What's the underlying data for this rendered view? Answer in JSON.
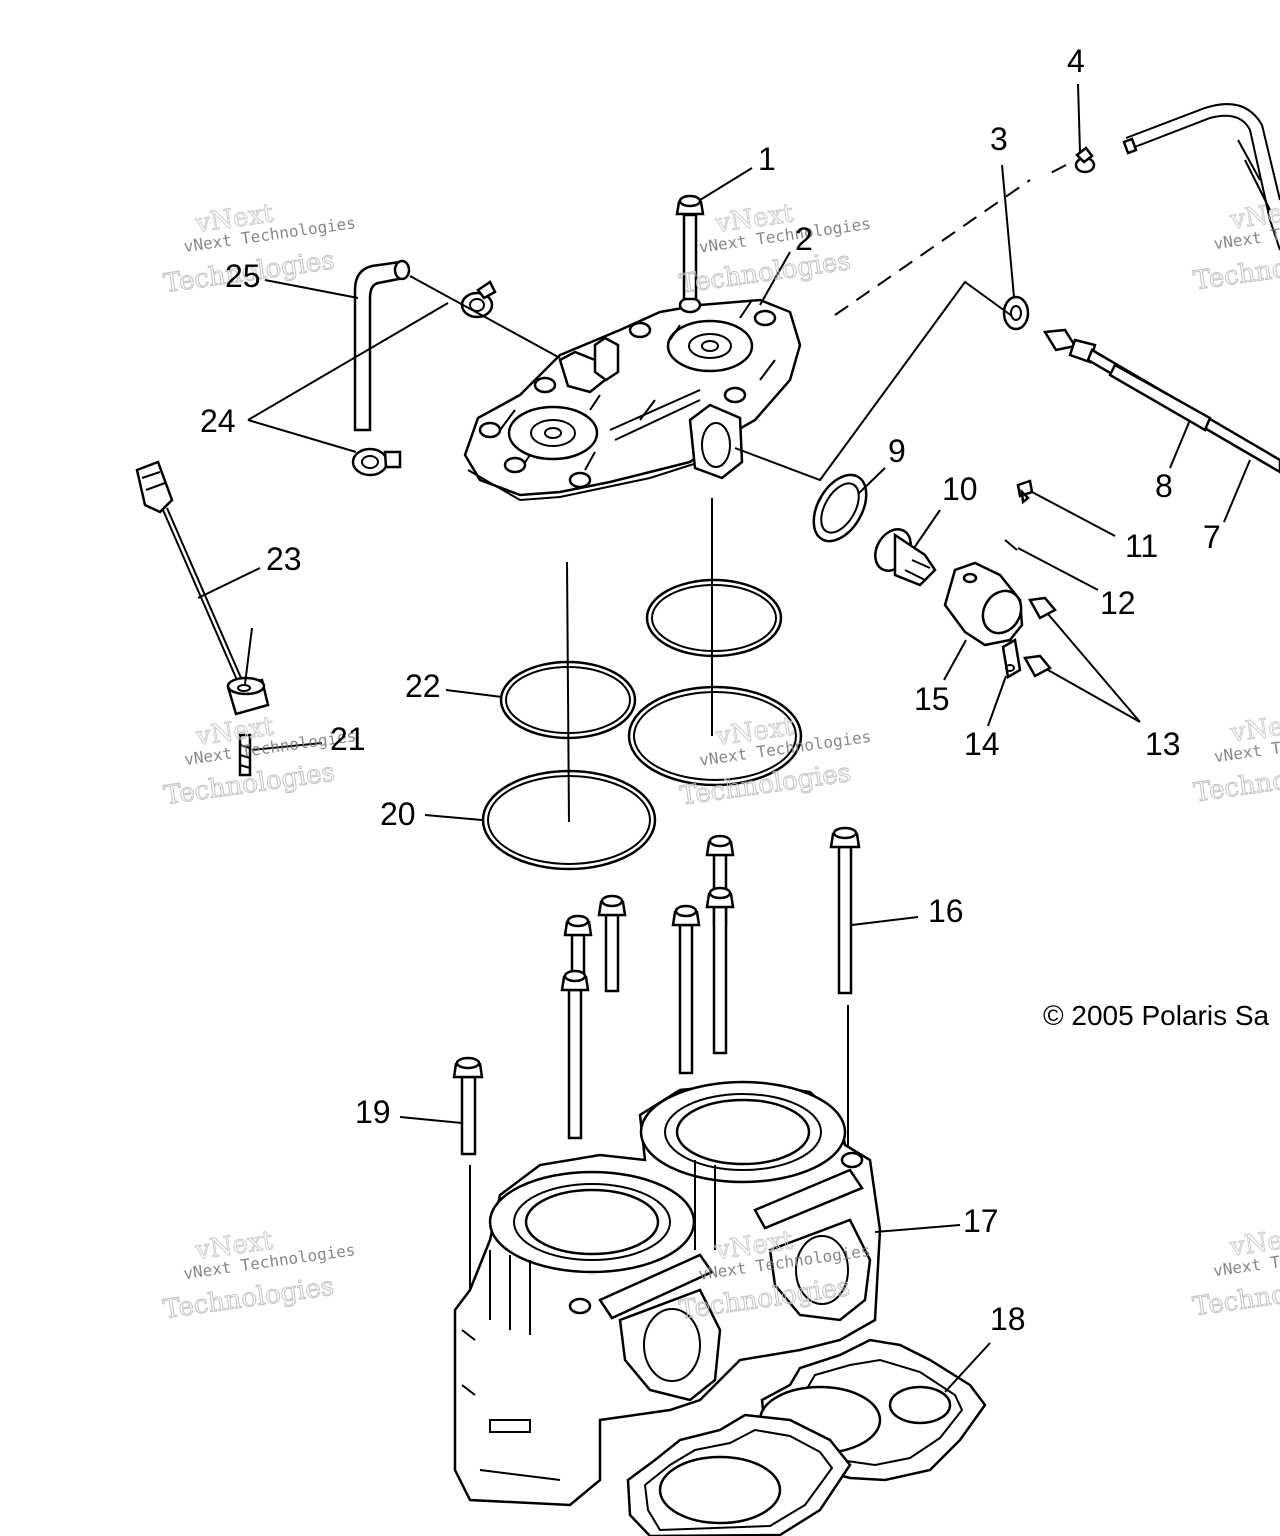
{
  "callouts": [
    {
      "id": "1",
      "text": "1"
    },
    {
      "id": "2",
      "text": "2"
    },
    {
      "id": "3",
      "text": "3"
    },
    {
      "id": "4",
      "text": "4"
    },
    {
      "id": "7",
      "text": "7"
    },
    {
      "id": "8",
      "text": "8"
    },
    {
      "id": "9",
      "text": "9"
    },
    {
      "id": "10",
      "text": "10"
    },
    {
      "id": "11",
      "text": "11"
    },
    {
      "id": "12",
      "text": "12"
    },
    {
      "id": "13",
      "text": "13"
    },
    {
      "id": "14",
      "text": "14"
    },
    {
      "id": "15",
      "text": "15"
    },
    {
      "id": "16",
      "text": "16"
    },
    {
      "id": "17",
      "text": "17"
    },
    {
      "id": "18",
      "text": "18"
    },
    {
      "id": "19",
      "text": "19"
    },
    {
      "id": "20",
      "text": "20"
    },
    {
      "id": "21",
      "text": "21"
    },
    {
      "id": "22",
      "text": "22"
    },
    {
      "id": "23",
      "text": "23"
    },
    {
      "id": "24",
      "text": "24"
    },
    {
      "id": "25",
      "text": "25"
    }
  ],
  "copyright": "© 2005 Polaris Sa",
  "watermark": {
    "line1": "vNext Technologies",
    "line2": "Technologies",
    "line0": "vNext"
  },
  "colors": {
    "ink": "#000000",
    "watermark": "#bdbdbd",
    "background": "#ffffff"
  }
}
